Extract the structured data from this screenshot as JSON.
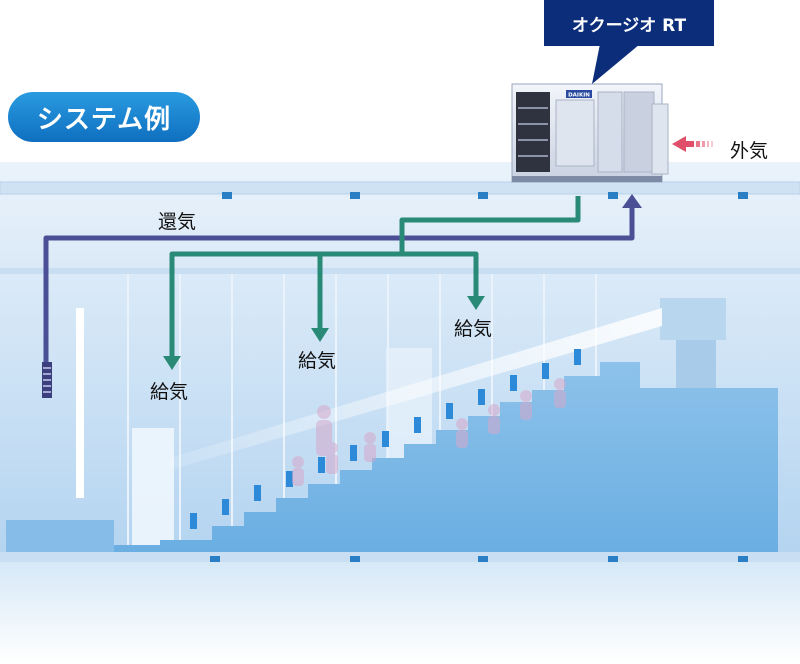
{
  "title_pill": "システム例",
  "unit_callout": "オクージオ RT",
  "labels": {
    "outside_air": "外気",
    "return_air": "還気",
    "supply_air_1": "給気",
    "supply_air_2": "給気",
    "supply_air_3": "給気"
  },
  "unit_logo": "DAIKIN",
  "colors": {
    "return_duct": "#4b4f95",
    "supply_duct": "#2a8a78",
    "outside_arrow": "#e0506a",
    "pill": "#1a82d0",
    "callout": "#0c2d7a"
  }
}
